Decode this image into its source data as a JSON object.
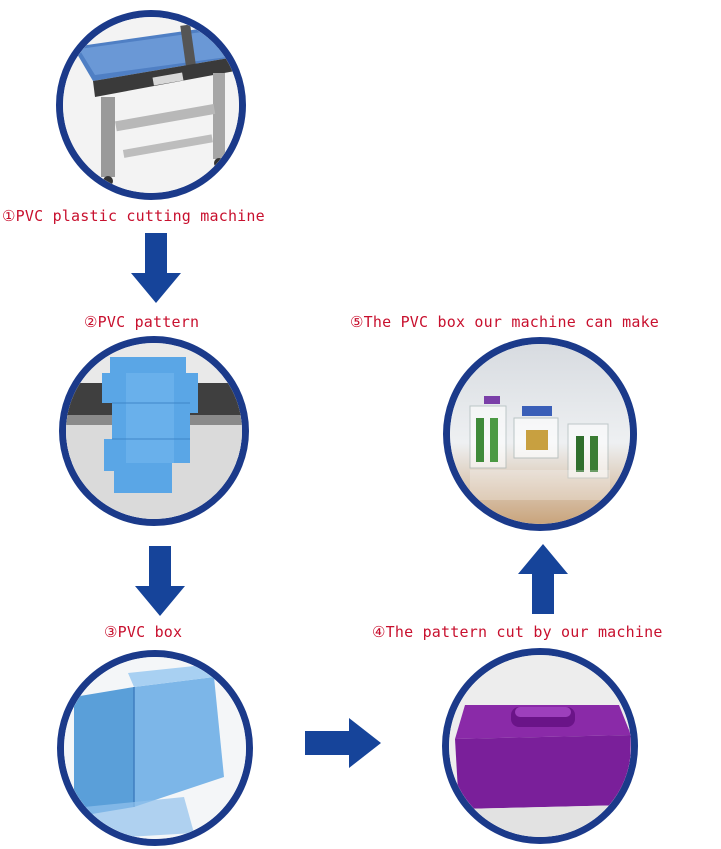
{
  "colors": {
    "label": "#c8102e",
    "ring": "#1b3a8a",
    "arrow": "#16449a"
  },
  "steps": [
    {
      "label": "①PVC plastic cutting machine",
      "image": "cutting-machine-photo"
    },
    {
      "label": "②PVC pattern",
      "image": "pvc-pattern-photo"
    },
    {
      "label": "③PVC box",
      "image": "pvc-box-photo"
    },
    {
      "label": "④The pattern cut by our machine",
      "image": "purple-box-photo"
    },
    {
      "label": "⑤The PVC box our machine can make",
      "image": "pvc-boxes-photo"
    }
  ],
  "arrows": [
    {
      "direction": "down",
      "icon": "arrow-down-icon"
    },
    {
      "direction": "down",
      "icon": "arrow-down-icon"
    },
    {
      "direction": "right",
      "icon": "arrow-right-icon"
    },
    {
      "direction": "up",
      "icon": "arrow-up-icon"
    }
  ]
}
